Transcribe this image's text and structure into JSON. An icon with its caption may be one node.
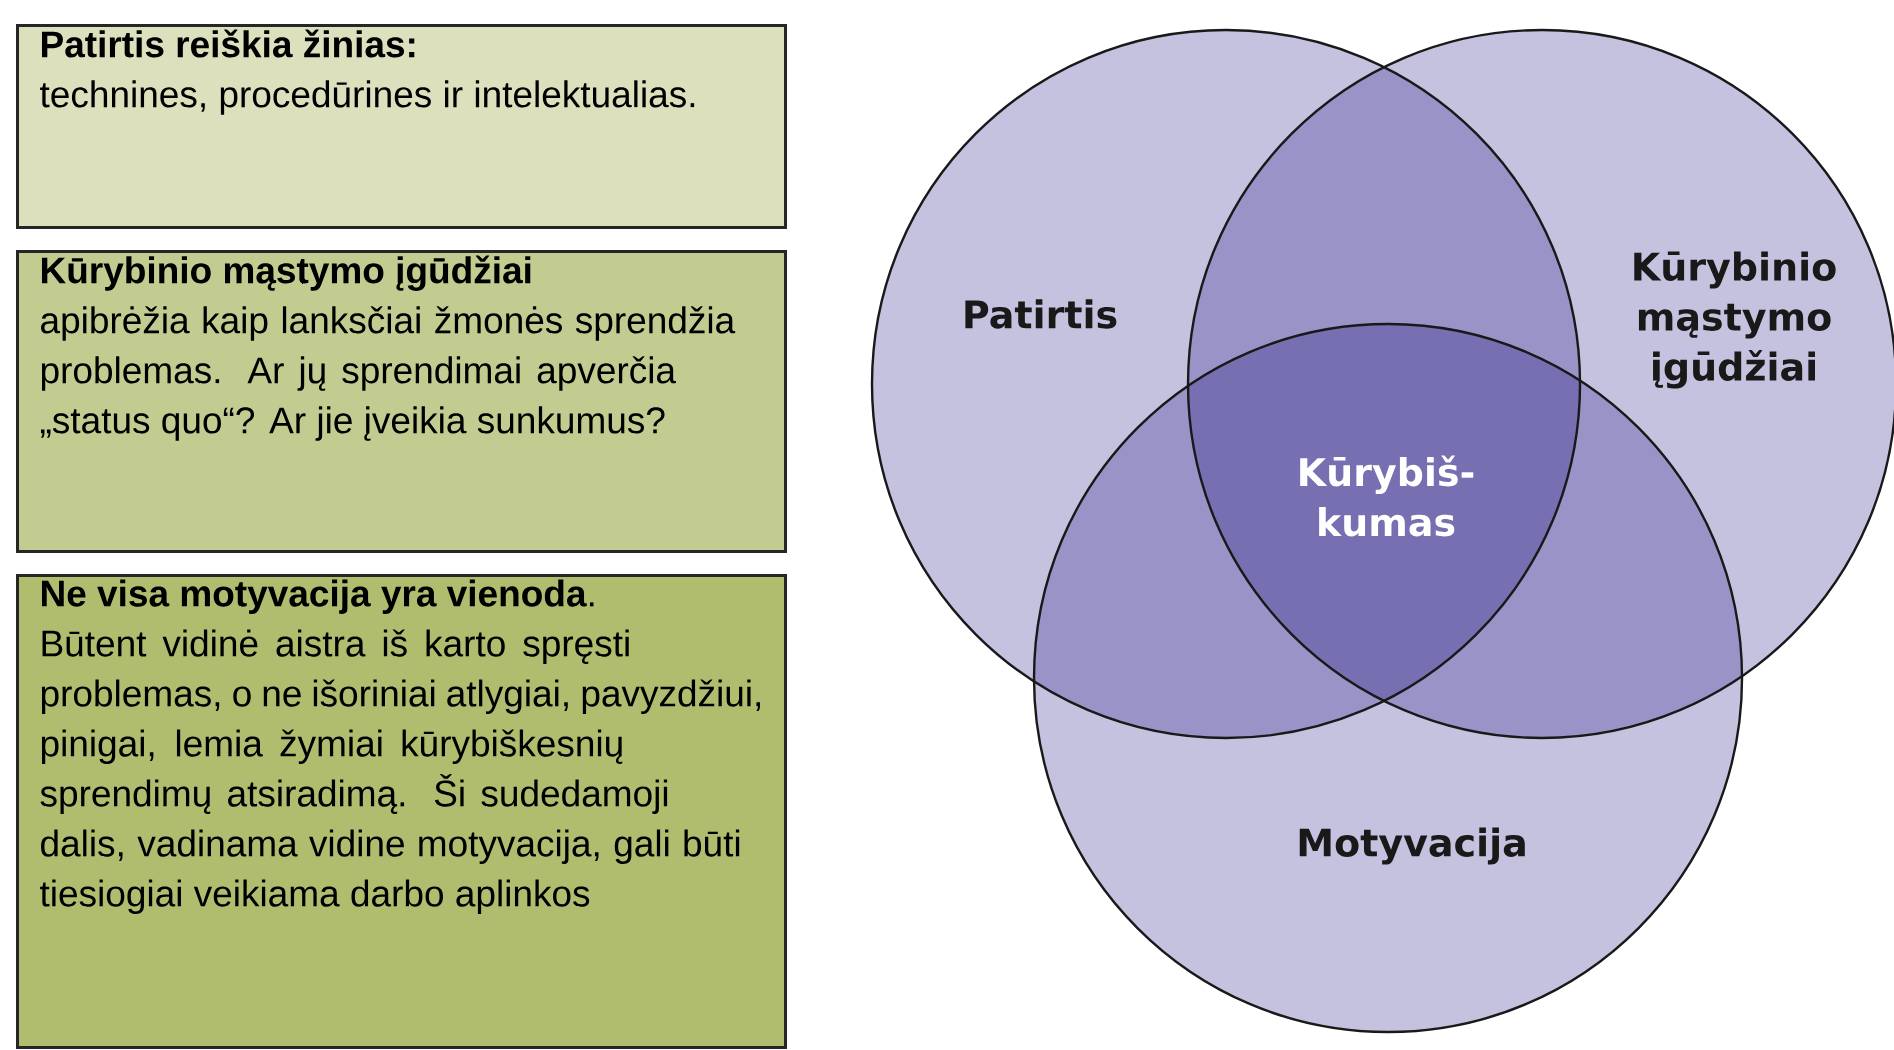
{
  "diagram": {
    "nodes": [
      {
        "text": [
          "Patirtis reiškia žinias:",
          "technines, procedūrines ir intelektualias."
        ]
      },
      {
        "text": [
          "Kūrybinio mąstymo įgūdžiai",
          "apibrėžia kaip lanksčiai žmonės sprendžia problemas. Ar jų sprendimai apverčia „status quo“? Ar jie įveikia sunkumus?"
        ]
      },
      {
        "text": [
          "**Ne visa motyvacija yra vienoda**.",
          "Būtent vidinė aistra iš karto spręsti problemas, o ne išoriniai atlygiai, pavyzdžiui, pinigai, lemia žymiai kūrybiškesnių sprendimų atsiradimą. Ši sudedamoji dalis, vadinama vidine motyvacija, gali būti tiesiogiai veikiama darbo aplinkos"
        ]
      },
      {
        "text": [
          "Patirtis"
        ]
      },
      {
        "text": [
          "Kūrybinio mąstymo įgūdžiai"
        ]
      },
      {
        "text": [
          "Motyvacija"
        ]
      },
      {
        "text": [
          "Kūrybiš-kumas"
        ]
      }
    ]
  }
}
